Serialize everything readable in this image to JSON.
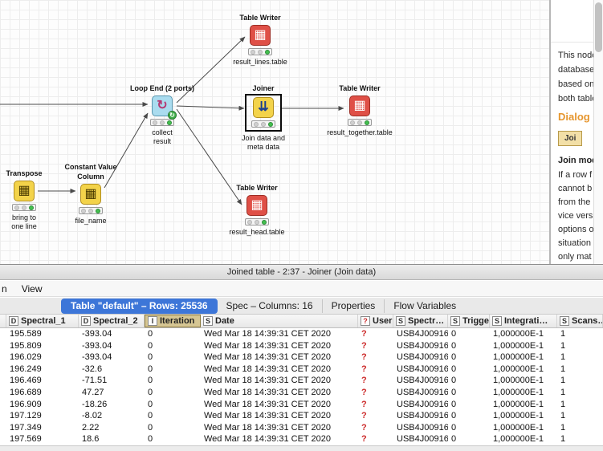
{
  "workflow": {
    "nodes": [
      {
        "name": "Table Writer",
        "label": "result_lines.table"
      },
      {
        "name": "Loop End (2 ports)",
        "label": "collect result"
      },
      {
        "name": "Joiner",
        "label": "Join data and meta data"
      },
      {
        "name": "Table Writer",
        "label": "result_together.table"
      },
      {
        "name": "Transpose",
        "label": "bring to one line"
      },
      {
        "name": "Constant Value Column",
        "label": "file_name"
      },
      {
        "name": "Table Writer",
        "label": "result_head.table"
      }
    ]
  },
  "description_panel": {
    "intro_lines": [
      "This node j",
      "database-like",
      "based on th",
      "both tables."
    ],
    "dialog_options_heading": "Dialog Op",
    "tab_box_label": "Joi",
    "join_mode_heading": "Join mode",
    "join_mode_lines": [
      "If a row f",
      "cannot b",
      "from the",
      "vice vers",
      "options o",
      "situation",
      "only mat"
    ]
  },
  "table_window": {
    "title": "Joined table - 2:37 - Joiner (Join data)",
    "menu_items": [
      "n",
      "View"
    ],
    "tabs": [
      {
        "label": "Table \"default\" – Rows: 25536",
        "selected": true
      },
      {
        "label": "Spec – Columns: 16",
        "selected": false
      },
      {
        "label": "Properties",
        "selected": false
      },
      {
        "label": "Flow Variables",
        "selected": false
      }
    ],
    "columns": [
      {
        "type": "D",
        "name": "Spectral_1",
        "selected": false
      },
      {
        "type": "D",
        "name": "Spectral_2",
        "selected": false
      },
      {
        "type": "I",
        "name": "Iteration",
        "selected": true
      },
      {
        "type": "S",
        "name": "Date",
        "selected": false
      },
      {
        "type": "?",
        "name": "User",
        "selected": false
      },
      {
        "type": "S",
        "name": "Spectr…",
        "selected": false
      },
      {
        "type": "S",
        "name": "Trigge…",
        "selected": false
      },
      {
        "type": "S",
        "name": "Integrati…",
        "selected": false
      },
      {
        "type": "S",
        "name": "Scans…",
        "selected": false
      }
    ],
    "rows": [
      [
        "195.589",
        "-393.04",
        "0",
        "Wed Mar 18 14:39:31 CET 2020",
        "?",
        "USB4J00916",
        "0",
        "1,000000E-1",
        "1"
      ],
      [
        "195.809",
        "-393.04",
        "0",
        "Wed Mar 18 14:39:31 CET 2020",
        "?",
        "USB4J00916",
        "0",
        "1,000000E-1",
        "1"
      ],
      [
        "196.029",
        "-393.04",
        "0",
        "Wed Mar 18 14:39:31 CET 2020",
        "?",
        "USB4J00916",
        "0",
        "1,000000E-1",
        "1"
      ],
      [
        "196.249",
        "-32.6",
        "0",
        "Wed Mar 18 14:39:31 CET 2020",
        "?",
        "USB4J00916",
        "0",
        "1,000000E-1",
        "1"
      ],
      [
        "196.469",
        "-71.51",
        "0",
        "Wed Mar 18 14:39:31 CET 2020",
        "?",
        "USB4J00916",
        "0",
        "1,000000E-1",
        "1"
      ],
      [
        "196.689",
        "47.27",
        "0",
        "Wed Mar 18 14:39:31 CET 2020",
        "?",
        "USB4J00916",
        "0",
        "1,000000E-1",
        "1"
      ],
      [
        "196.909",
        "-18.26",
        "0",
        "Wed Mar 18 14:39:31 CET 2020",
        "?",
        "USB4J00916",
        "0",
        "1,000000E-1",
        "1"
      ],
      [
        "197.129",
        "-8.02",
        "0",
        "Wed Mar 18 14:39:31 CET 2020",
        "?",
        "USB4J00916",
        "0",
        "1,000000E-1",
        "1"
      ],
      [
        "197.349",
        "2.22",
        "0",
        "Wed Mar 18 14:39:31 CET 2020",
        "?",
        "USB4J00916",
        "0",
        "1,000000E-1",
        "1"
      ],
      [
        "197.569",
        "18.6",
        "0",
        "Wed Mar 18 14:39:31 CET 2020",
        "?",
        "USB4J00916",
        "0",
        "1,000000E-1",
        "1"
      ]
    ]
  }
}
